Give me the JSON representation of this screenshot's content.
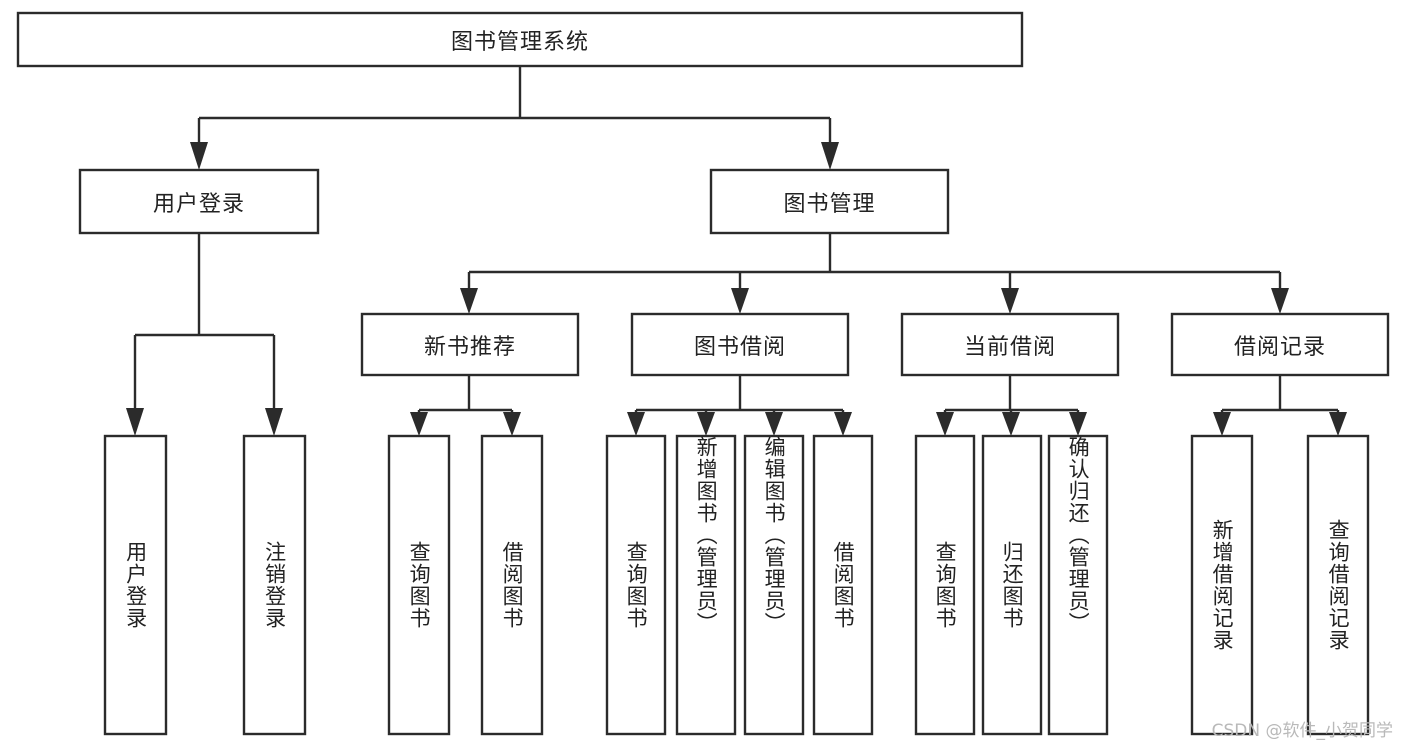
{
  "diagram": {
    "type": "tree",
    "title": "图书管理系统",
    "watermark": "CSDN @软件_小贺同学",
    "colors": {
      "stroke": "#2b2b2b",
      "box_fill": "#ffffff",
      "text": "#222222",
      "watermark": "#b9b9b9",
      "background": "#ffffff"
    },
    "root": {
      "label": "图书管理系统"
    },
    "level2": [
      {
        "label": "用户登录"
      },
      {
        "label": "图书管理"
      }
    ],
    "level3": [
      {
        "label": "新书推荐"
      },
      {
        "label": "图书借阅"
      },
      {
        "label": "当前借阅"
      },
      {
        "label": "借阅记录"
      }
    ],
    "leaves": {
      "user_login": [
        {
          "label": "用户登录"
        },
        {
          "label": "注销登录"
        }
      ],
      "new_book": [
        {
          "label": "查询图书"
        },
        {
          "label": "借阅图书"
        }
      ],
      "borrow_book": [
        {
          "label": "查询图书"
        },
        {
          "label": "新增图书（管理员）"
        },
        {
          "label": "编辑图书（管理员）"
        },
        {
          "label": "借阅图书"
        }
      ],
      "current_borrow": [
        {
          "label": "查询图书"
        },
        {
          "label": "归还图书"
        },
        {
          "label": "确认归还（管理员）"
        }
      ],
      "borrow_record": [
        {
          "label": "新增借阅记录"
        },
        {
          "label": "查询借阅记录"
        }
      ]
    }
  }
}
